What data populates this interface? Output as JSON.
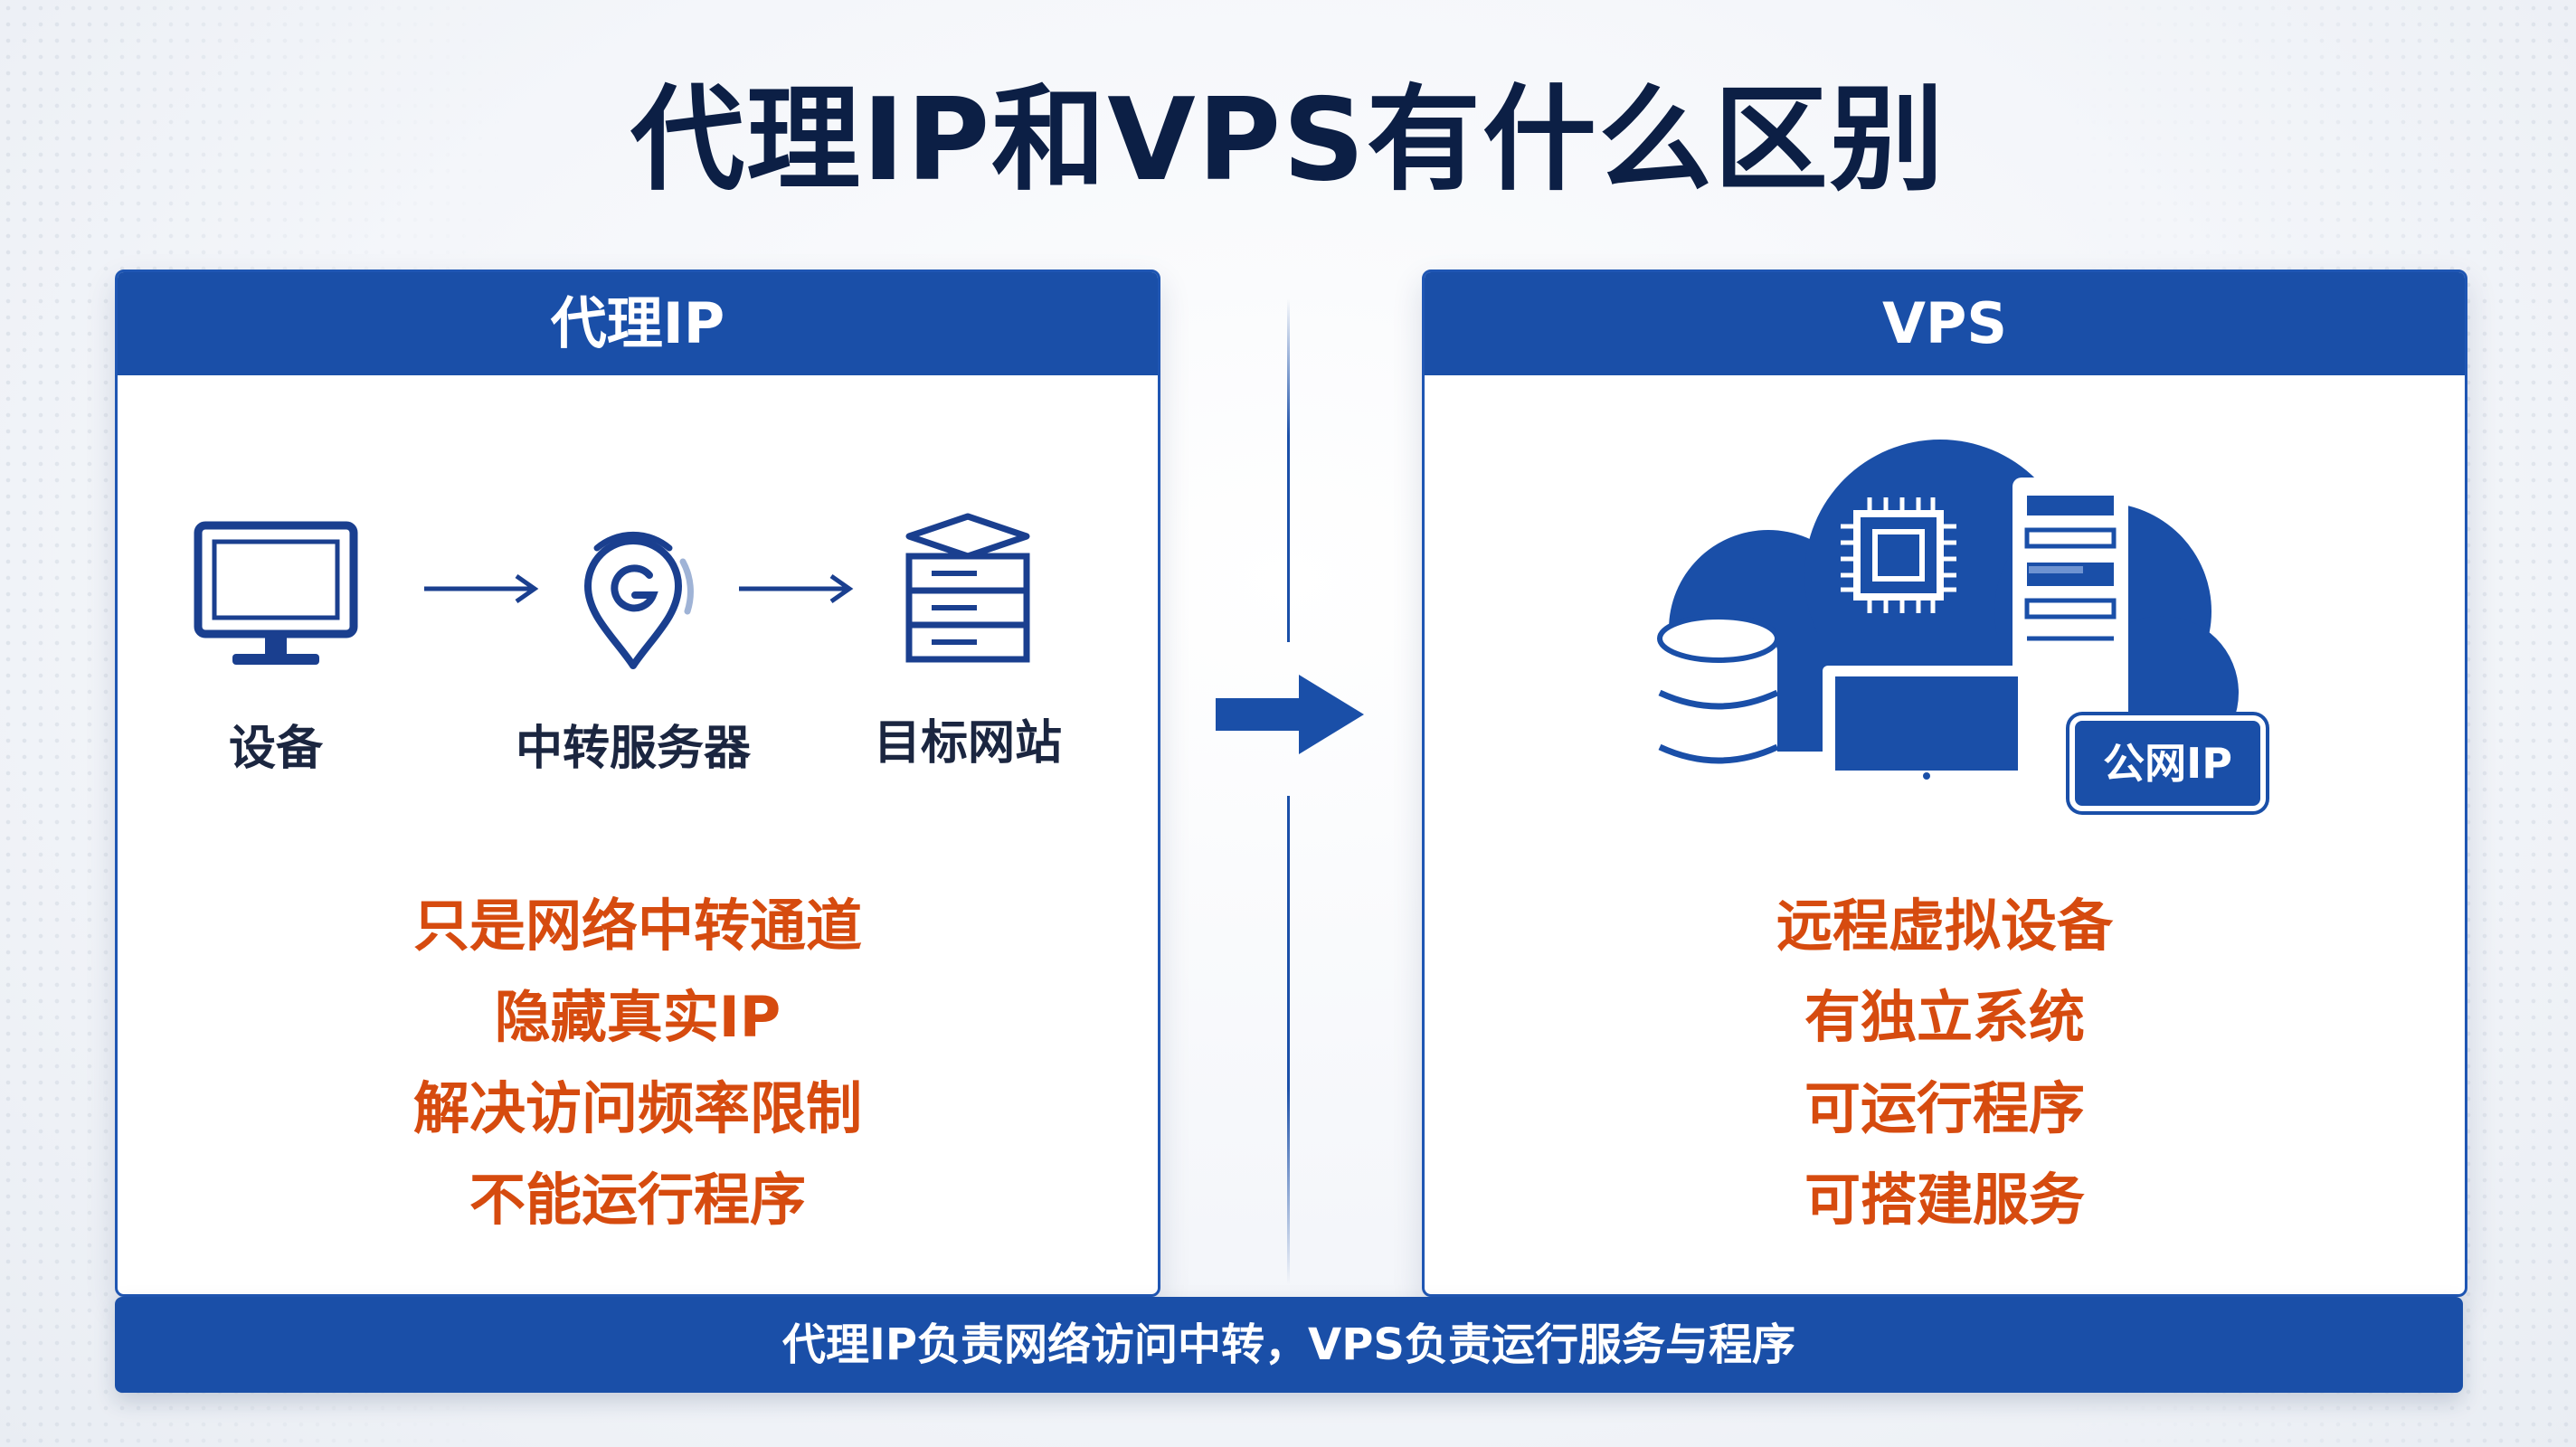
{
  "title": "代理IP和VPS有什么区别",
  "colors": {
    "brand_blue": "#1a4fa8",
    "title_navy": "#0c1f45",
    "feature_orange": "#d64b0f"
  },
  "left_panel": {
    "header": "代理IP",
    "flow": [
      {
        "label": "设备",
        "icon": "monitor-icon"
      },
      {
        "label": "中转服务器",
        "icon": "relay-server-pin-icon"
      },
      {
        "label": "目标网站",
        "icon": "server-stack-icon"
      }
    ],
    "features": [
      "只是网络中转通道",
      "隐藏真实IP",
      "解决访问频率限制",
      "不能运行程序"
    ]
  },
  "right_panel": {
    "header": "VPS",
    "illustration": {
      "icons": [
        "cloud-icon",
        "cpu-chip-icon",
        "database-icon",
        "tower-server-icon",
        "monitor-icon"
      ],
      "badge": "公网IP"
    },
    "features": [
      "远程虚拟设备",
      "有独立系统",
      "可运行程序",
      "可搭建服务"
    ]
  },
  "footer": "代理IP负责网络访问中转，VPS负责运行服务与程序"
}
